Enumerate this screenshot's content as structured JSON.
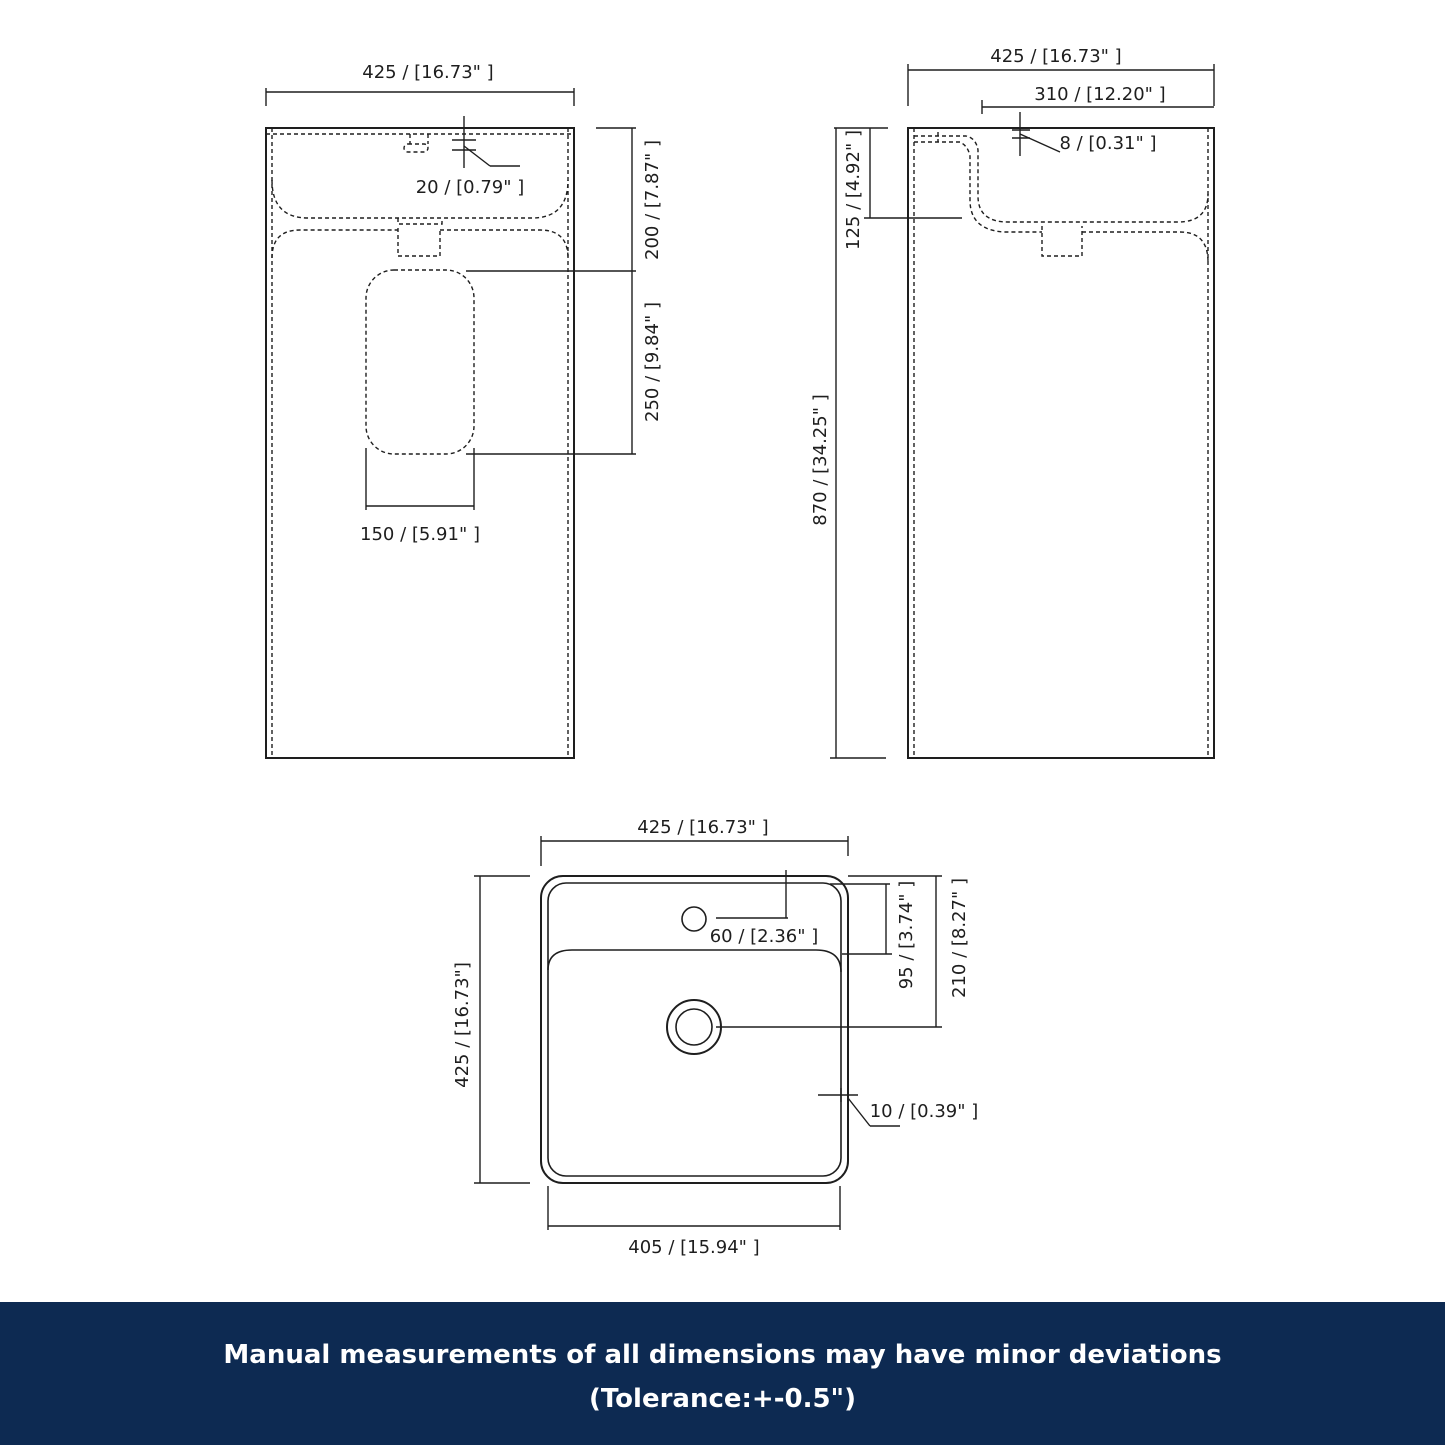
{
  "front_view": {
    "width_label": "425 / [16.73\" ]",
    "faucet_hole_label": "20 / [0.79\" ]",
    "basin_depth_label": "200 / [7.87\" ]",
    "cutout_height_label": "250 / [9.84\" ]",
    "cutout_width_label": "150 / [5.91\" ]"
  },
  "side_view": {
    "width_label": "425 / [16.73\" ]",
    "basin_width_label": "310 / [12.20\" ]",
    "rim_label": "8 / [0.31\" ]",
    "basin_height_label": "125 / [4.92\" ]",
    "total_height_label": "870 / [34.25\" ]"
  },
  "top_view": {
    "width_label": "425 / [16.73\" ]",
    "depth_label": "425 / [16.73\"]",
    "inner_width_label": "405 / [15.94\" ]",
    "faucet_hole_label": "60 / [2.36\" ]",
    "faucet_offset_label": "95 / [3.74\" ]",
    "drain_offset_label": "210 / [8.27\" ]",
    "wall_label": "10 / [0.39\" ]"
  },
  "footer": {
    "line1": "Manual measurements of all dimensions may have minor deviations",
    "line2": "(Tolerance:+-0.5\")"
  },
  "colors": {
    "footer_bg": "#0d2a52",
    "line": "#1e1e1e"
  }
}
